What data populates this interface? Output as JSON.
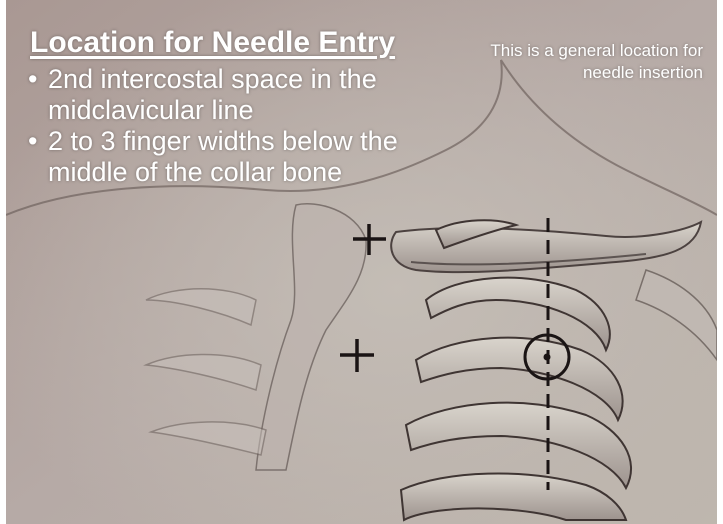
{
  "image": {
    "title": "Location for Needle Entry",
    "bullets": [
      "2nd intercostal space in the midclavicular line",
      "2 to 3 finger widths below the middle of the collar bone"
    ],
    "side_note": "This is a general location for needle insertion",
    "colors": {
      "background": "#b3a7a4",
      "text": "#ffffff",
      "marks": "#1a1414"
    }
  }
}
